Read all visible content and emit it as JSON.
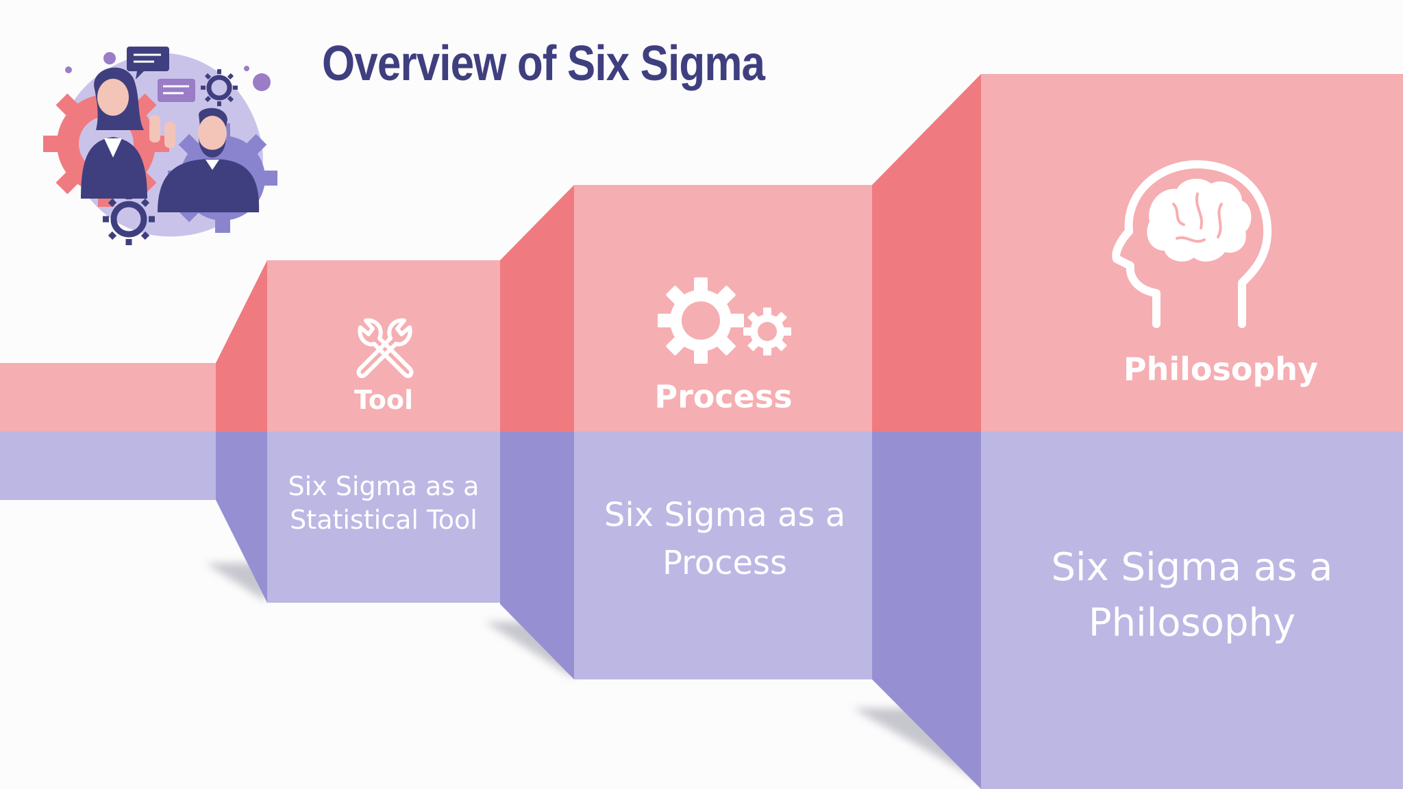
{
  "slide": {
    "title": "Overview of Six Sigma"
  },
  "colors": {
    "title": "#3f3f7f",
    "pink_face": "#f5aeb2",
    "pink_side": "#ef7b80",
    "purple_face": "#bdb7e4",
    "purple_side": "#9690d3",
    "text": "#ffffff"
  },
  "illustration": {
    "name": "team-collaboration-illustration"
  },
  "steps": [
    {
      "label": "Tool",
      "icon": "tools-icon",
      "description_line1": "Six Sigma as a",
      "description_line2": "Statistical Tool"
    },
    {
      "label": "Process",
      "icon": "gears-icon",
      "description_line1": "Six Sigma as a",
      "description_line2": "Process"
    },
    {
      "label": "Philosophy",
      "icon": "head-brain-icon",
      "description_line1": "Six Sigma as a",
      "description_line2": "Philosophy"
    }
  ]
}
